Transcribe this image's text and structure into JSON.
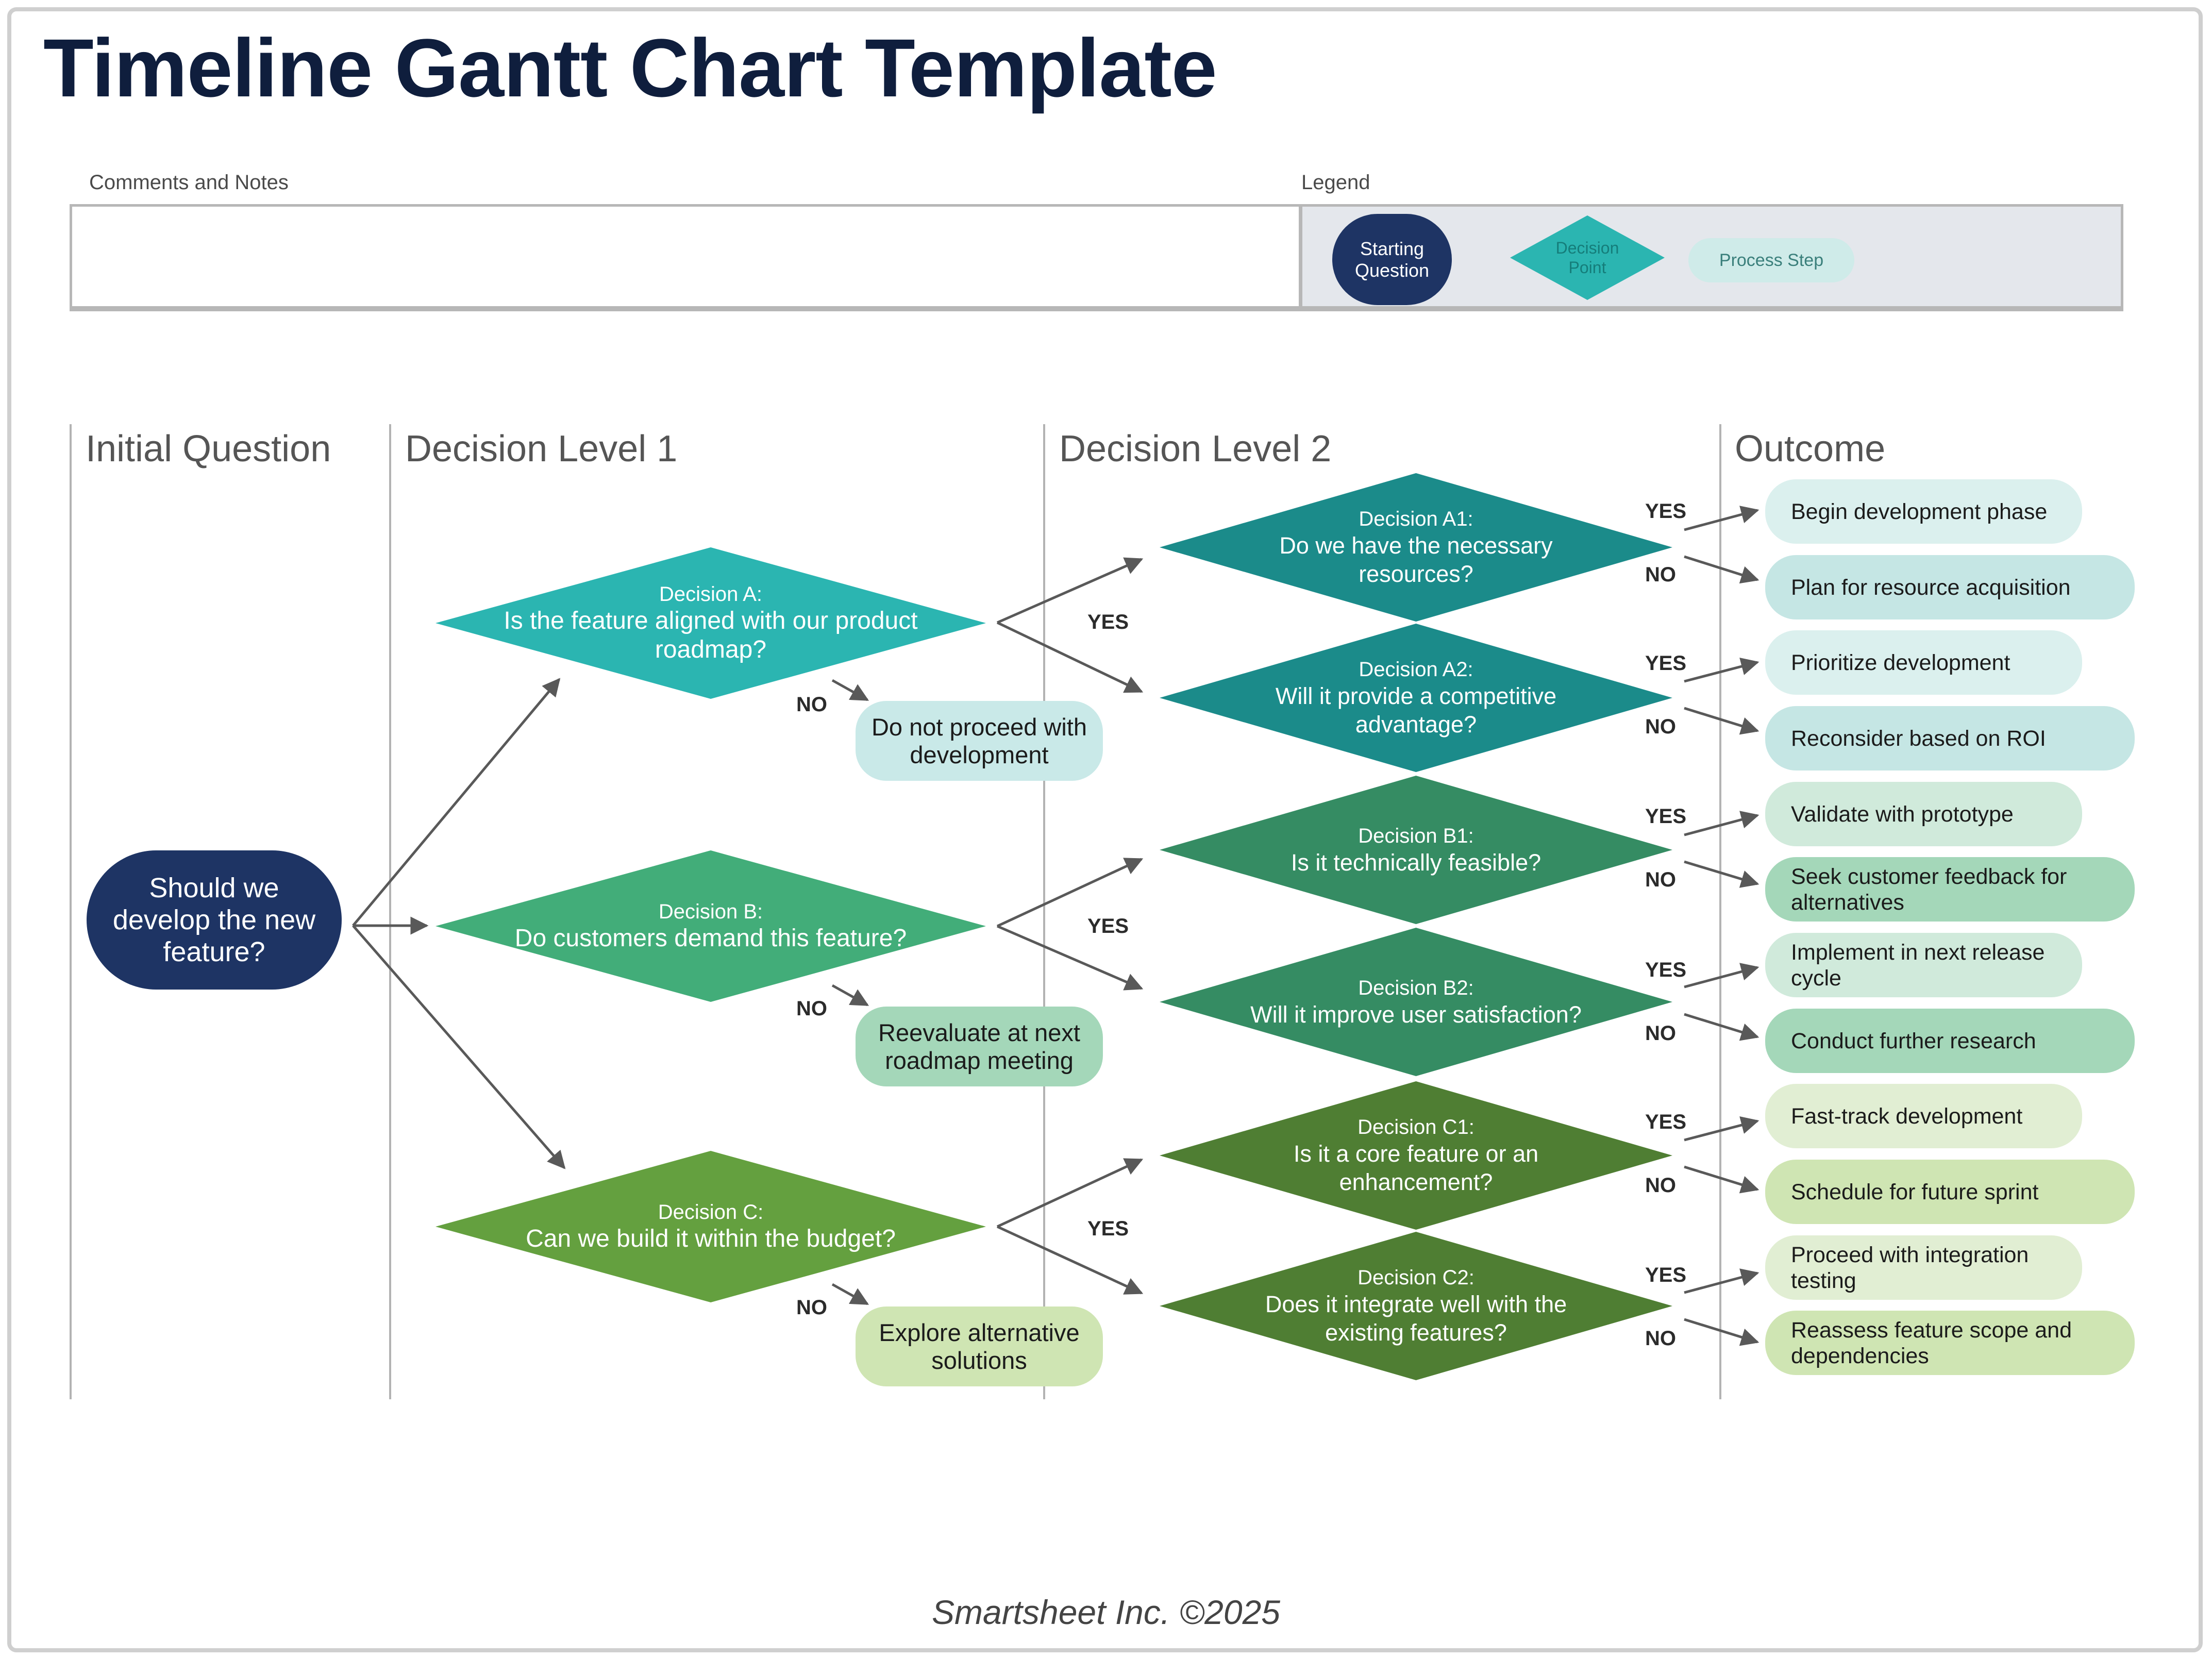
{
  "title": "Timeline Gantt Chart Template",
  "comments_label": "Comments and Notes",
  "legend": {
    "label": "Legend",
    "starting_question": "Starting Question",
    "decision_point": "Decision Point",
    "process_step": "Process Step"
  },
  "columns": [
    "Initial Question",
    "Decision Level 1",
    "Decision Level 2",
    "Outcome"
  ],
  "start_question": "Should we develop the new feature?",
  "edge_labels": {
    "yes": "YES",
    "no": "NO"
  },
  "level1": [
    {
      "id": "A",
      "heading": "Decision A:",
      "question": "Is the feature aligned with our product roadmap?",
      "no_outcome": "Do not proceed with development",
      "color": "#2bb5b1",
      "pill_color": "#c9e9e8"
    },
    {
      "id": "B",
      "heading": "Decision B:",
      "question": "Do customers demand this feature?",
      "no_outcome": "Reevaluate at next roadmap meeting",
      "color": "#42ad79",
      "pill_color": "#a4d7b9"
    },
    {
      "id": "C",
      "heading": "Decision C:",
      "question": "Can we build it within the budget?",
      "no_outcome": "Explore alternative solutions",
      "color": "#64a03f",
      "pill_color": "#cfe5b3"
    }
  ],
  "level2": [
    {
      "id": "A1",
      "heading": "Decision A1:",
      "question": "Do we have the necessary resources?",
      "yes_outcome": "Begin development phase",
      "no_outcome": "Plan for resource acquisition",
      "color": "#1b8b8a"
    },
    {
      "id": "A2",
      "heading": "Decision A2:",
      "question": "Will it provide a competitive advantage?",
      "yes_outcome": "Prioritize development",
      "no_outcome": "Reconsider based on ROI",
      "color": "#1b8b8a"
    },
    {
      "id": "B1",
      "heading": "Decision B1:",
      "question": "Is it technically feasible?",
      "yes_outcome": "Validate with prototype",
      "no_outcome": "Seek customer feedback for alternatives",
      "color": "#358c63"
    },
    {
      "id": "B2",
      "heading": "Decision B2:",
      "question": "Will it improve user satisfaction?",
      "yes_outcome": "Implement in next release cycle",
      "no_outcome": "Conduct further research",
      "color": "#358c63"
    },
    {
      "id": "C1",
      "heading": "Decision C1:",
      "question": "Is it a core feature or an enhancement?",
      "yes_outcome": "Fast-track development",
      "no_outcome": "Schedule for future sprint",
      "color": "#4f7e33"
    },
    {
      "id": "C2",
      "heading": "Decision C2:",
      "question": "Does it integrate well with the existing features?",
      "yes_outcome": "Proceed with integration testing",
      "no_outcome": "Reassess feature scope and dependencies",
      "color": "#4f7e33"
    }
  ],
  "outcome_colors": {
    "A_yes": "#dbf0ee",
    "A_no": "#c5e6e4",
    "B_yes": "#d0eadb",
    "B_no": "#a4d7b9",
    "C_yes": "#e1eed3",
    "C_no": "#cfe5b3"
  },
  "footer": "Smartsheet Inc. ©2025"
}
